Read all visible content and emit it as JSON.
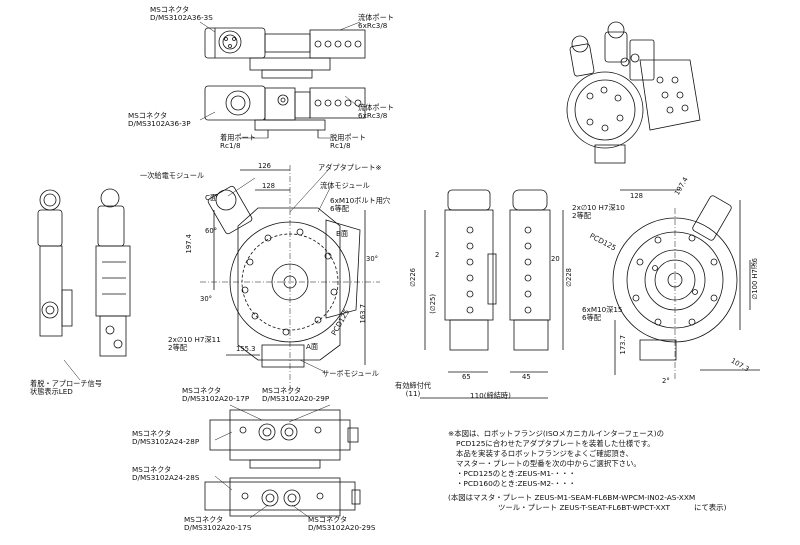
{
  "labels": {
    "ms_connector_top_1": "MSコネクタ\nD/MS3102A36-3S",
    "ms_connector_top_2": "MSコネクタ\nD/MS3102A36-3P",
    "fluid_port_1": "流体ポート\n6xRc3/8",
    "fluid_port_2": "流体ポート\n6xRc3/8",
    "attach_port": "着用ポート\nRc1/8",
    "detach_port": "脱用ポート\nRc1/8",
    "primary_power_module": "一次給電モジュール",
    "adapter_plate": "アダプタプレート※",
    "fluid_module": "流体モジュール",
    "face_c": "C面",
    "face_b": "B面",
    "face_a": "A面",
    "bolt_holes": "6xM10ボルト用穴\n6等配",
    "pin_holes": "2x∅10 H7深11\n2等配",
    "servo_module": "サーボモジュール",
    "pcd125_left": "PCD125",
    "status_led": "着脱・アプローチ信号\n状態表示LED",
    "tool_allowance": "有効締付代\n(11)",
    "clamp_len": "110(締結時)",
    "right_pin_holes": "2x∅10 H7深10\n2等配",
    "pcd125_right": "PCD125",
    "right_bolt_holes": "6xM10深15\n6等配",
    "ms_17p": "MSコネクタ\nD/MS3102A20-17P",
    "ms_29p": "MSコネクタ\nD/MS3102A20-29P",
    "ms_28p": "MSコネクタ\nD/MS3102A24-28P",
    "ms_28s": "MSコネクタ\nD/MS3102A24-28S",
    "ms_17s": "MSコネクタ\nD/MS3102A20-17S",
    "ms_29s": "MSコネクタ\nD/MS3102A20-29S"
  },
  "dims": {
    "d126": "126",
    "d128": "128",
    "d1974": "197.4",
    "a60": "60°",
    "a30": "30°",
    "a30b": "30°",
    "d1553": "155.3",
    "d1637": "163.7",
    "d226a": "∅226",
    "d2": "2",
    "d25": "(∅25)",
    "d226b": "∅228",
    "d20": "20",
    "d65": "65",
    "d45": "45",
    "r128": "128",
    "r1974": "197.4",
    "r100": "∅100 H7深6",
    "r1737": "173.7",
    "r1073": "107.3",
    "r2": "2°"
  },
  "notes": {
    "line1": "※本図は、ロボットフランジ(ISOメカニカルインターフェース)の",
    "line2": "PCD125に合わせたアダプタプレートを装着した仕様です。",
    "line3": "本品を実装するロボットフランジをよくご確認頂き、",
    "line4": "マスター・プレートの型番を次の中からご選択下さい。",
    "line5": "・PCD125のとき:ZEUS-M1-・・・",
    "line6": "・PCD160のとき:ZEUS-M2-・・・",
    "line7": "(本図はマスタ・プレート ZEUS-M1-SEAM-FL6BM-WPCM-IN02-AS-XXM",
    "line8": "ツール・プレート ZEUS-T-SEAT-FL6BT-WPCT-XXT",
    "line9": "にて表示)"
  }
}
